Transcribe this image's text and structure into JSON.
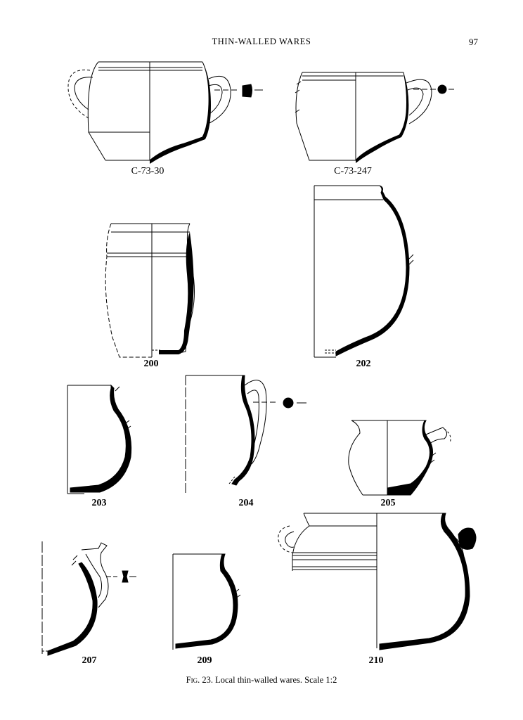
{
  "header": {
    "running_title": "THIN-WALLED WARES",
    "page_number": "97"
  },
  "figures": [
    {
      "id": "c73-30",
      "label": "C-73-30"
    },
    {
      "id": "c73-247",
      "label": "C-73-247"
    },
    {
      "id": "200",
      "label": "200"
    },
    {
      "id": "202",
      "label": "202"
    },
    {
      "id": "203",
      "label": "203"
    },
    {
      "id": "204",
      "label": "204"
    },
    {
      "id": "205",
      "label": "205"
    },
    {
      "id": "207",
      "label": "207"
    },
    {
      "id": "209",
      "label": "209"
    },
    {
      "id": "210",
      "label": "210"
    }
  ],
  "caption": {
    "fig_label": "Fig. 23.",
    "text": "Local thin-walled wares. Scale 1:2"
  }
}
